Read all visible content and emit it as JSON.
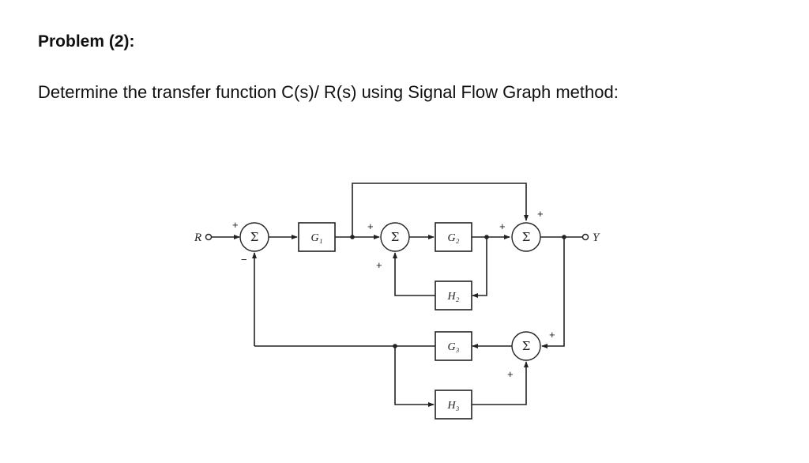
{
  "problem": {
    "heading": "Problem (2):",
    "prompt": "Determine the transfer function C(s)/ R(s) using Signal Flow Graph method:"
  },
  "diagram": {
    "input_label": "R",
    "output_label": "Y",
    "sum_symbol": "Σ",
    "blocks": {
      "g1": "G₁",
      "g2": "G₂",
      "h2": "H₂",
      "g3": "G₃",
      "h3": "H₃"
    },
    "signs": {
      "s1_top": "+",
      "s1_bottom": "−",
      "s2_left": "+",
      "s2_bottom": "+",
      "s3_left": "+",
      "s3_top": "+",
      "s4_right": "+",
      "s4_bottom": "+"
    }
  }
}
